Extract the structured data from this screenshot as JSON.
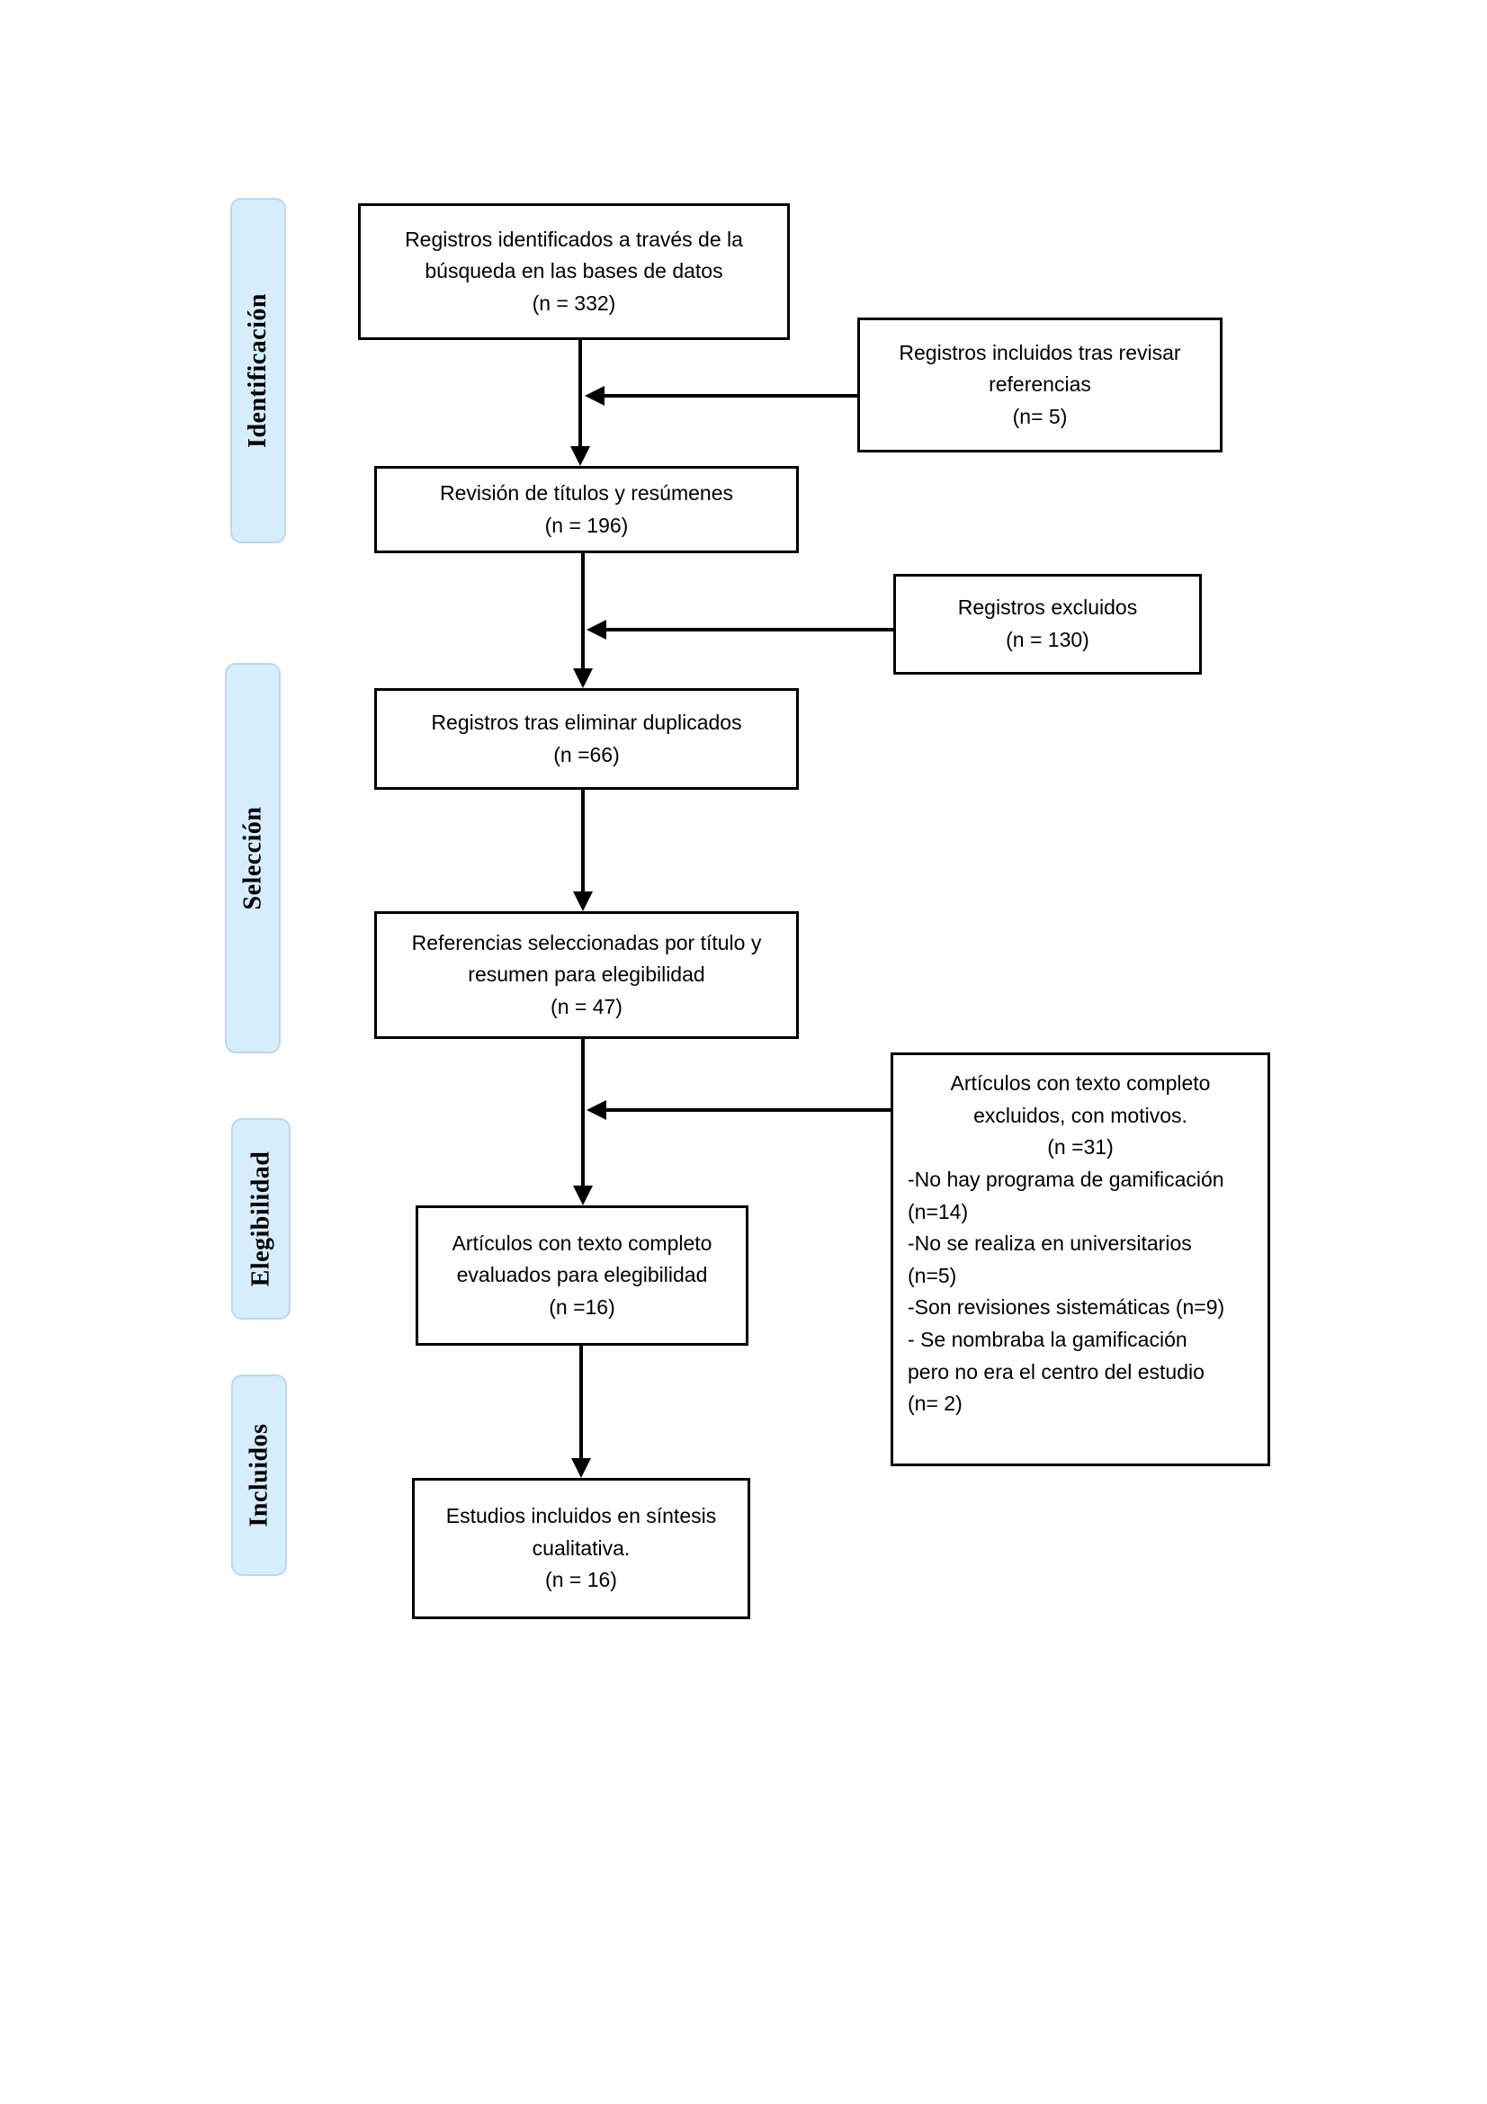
{
  "title": "PRISMA flow diagram (Spanish)",
  "stages": {
    "identification": "Identificación",
    "selection": "Selección",
    "eligibility": "Elegibilidad",
    "included": "Incluidos"
  },
  "flow_boxes": {
    "identified": "Registros identificados a través de la\nbúsqueda en las bases de datos\n(n = 332)",
    "title_abstract_review": "Revisión de títulos y resúmenes\n(n = 196)",
    "after_duplicates": "Registros tras eliminar duplicados\n(n =66)",
    "selected_by_title": "Referencias seleccionadas por título y\nresumen para elegibilidad\n(n = 47)",
    "fulltext_assessed": "Artículos con texto completo\nevaluados para elegibilidad\n(n =16)",
    "included_synthesis": "Estudios incluidos en síntesis\ncualitativa.\n(n = 16)"
  },
  "side_boxes": {
    "included_after_references": "Registros incluidos tras revisar\nreferencias\n(n= 5)",
    "excluded_records": "Registros excluidos\n(n = 130)",
    "fulltext_excluded_header": "Artículos con texto completo\nexcluidos, con motivos.\n(n =31)",
    "fulltext_excluded_reasons": "-No hay programa de gamificación\n(n=14)\n-No se realiza en universitarios\n(n=5)\n-Son revisiones sistemáticas (n=9)\n- Se nombraba la gamificación\npero no era el centro del  estudio\n(n= 2)"
  },
  "colors": {
    "background": "#ffffff",
    "stage_fill": "#d6edfb",
    "stage_border": "#b9d9ee",
    "box_border": "#000000",
    "arrow": "#000000"
  }
}
